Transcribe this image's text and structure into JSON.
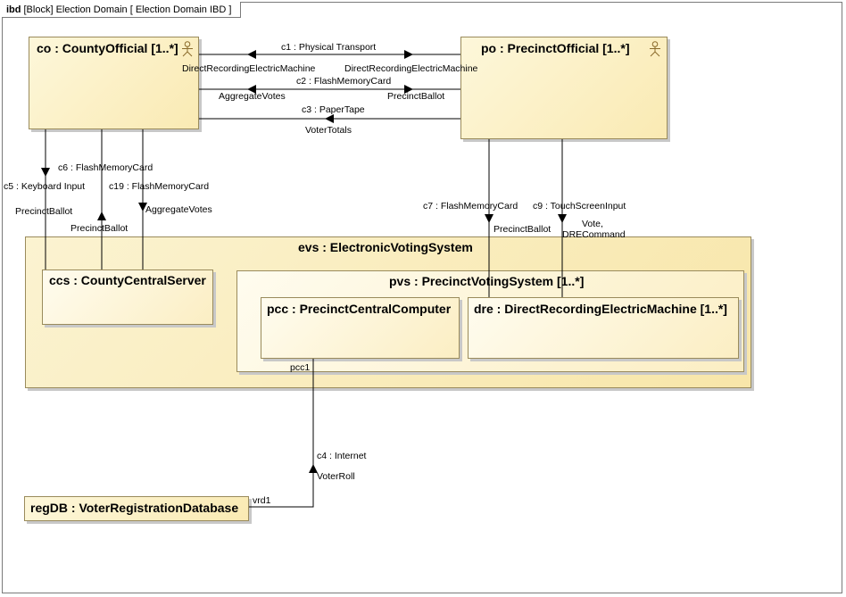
{
  "frame": {
    "keyword": "ibd",
    "title": "[Block] Election Domain [ Election Domain IBD ]"
  },
  "blocks": {
    "county_official": "co : CountyOfficial [1..*]",
    "precinct_official": "po : PrecinctOfficial [1..*]",
    "evs": "evs : ElectronicVotingSystem",
    "ccs": "ccs : CountyCentralServer",
    "pvs": "pvs : PrecinctVotingSystem [1..*]",
    "pcc": "pcc : PrecinctCentralComputer",
    "dre": "dre : DirectRecordingElectricMachine [1..*]",
    "regdb": "regDB : VoterRegistrationDatabase"
  },
  "connectors": {
    "c1": {
      "name": "c1 : Physical Transport",
      "left_end": "DirectRecordingElectricMachine",
      "right_end": "DirectRecordingElectricMachine"
    },
    "c2": {
      "name": "c2 : FlashMemoryCard",
      "left_end": "AggregateVotes",
      "right_end": "PrecinctBallot"
    },
    "c3": {
      "name": "c3 : PaperTape",
      "flow": "VoterTotals"
    },
    "c5": {
      "name": "c5 : Keyboard Input",
      "flow": "PrecinctBallot"
    },
    "c6": {
      "name": "c6 : FlashMemoryCard",
      "flow": "PrecinctBallot"
    },
    "c19": {
      "name": "c19 : FlashMemoryCard",
      "flow": "AggregateVotes"
    },
    "c7": {
      "name": "c7 : FlashMemoryCard",
      "flow": "PrecinctBallot"
    },
    "c9": {
      "name": "c9 : TouchScreenInput",
      "flow_line1": "Vote,",
      "flow_line2": "DRECommand"
    },
    "c4": {
      "name": "c4 : Internet",
      "flow": "VoterRoll"
    }
  },
  "ports": {
    "pcc1": "pcc1",
    "vrd1": "vrd1"
  },
  "colors": {
    "block_fill": "#faeab3",
    "block_border": "#9a8b5c",
    "line": "#000000"
  }
}
